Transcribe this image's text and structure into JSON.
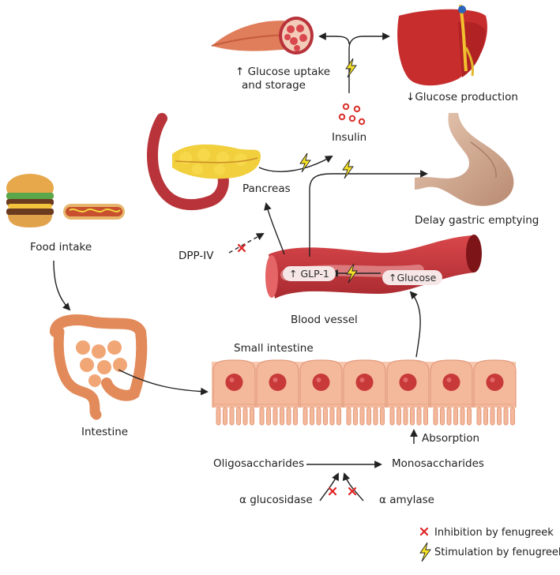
{
  "labels": {
    "glucose_uptake_line1": "Glucose uptake",
    "glucose_uptake_line2": "and storage",
    "glucose_production": "Glucose production",
    "insulin": "Insulin",
    "pancreas": "Pancreas",
    "delay_gastric": "Delay gastric emptying",
    "food_intake": "Food intake",
    "dpp4": "DPP-IV",
    "glp1": "GLP-1",
    "glucose_vessel": "Glucose",
    "blood_vessel": "Blood vessel",
    "small_intestine": "Small intestine",
    "intestine": "Intestine",
    "absorption": "Absorption",
    "oligosaccharides": "Oligosaccharides",
    "monosaccharides": "Monosaccharides",
    "alpha_glucosidase": "α glucosidase",
    "alpha_amylase": "α amylase"
  },
  "legend": {
    "inhibition": "Inhibition by fenugreek",
    "stimulation": "Stimulation by fenugreek"
  },
  "symbols": {
    "up": "↑",
    "down": "↓",
    "inhibit_icon": "red-x-icon",
    "stimulate_icon": "lightning-bolt-icon"
  },
  "colors": {
    "inhibit": "#e02424",
    "lightning_fill": "#f7e226",
    "vessel": "#c6373c",
    "cell": "#f4b89b",
    "nucleus": "#c8393a"
  }
}
